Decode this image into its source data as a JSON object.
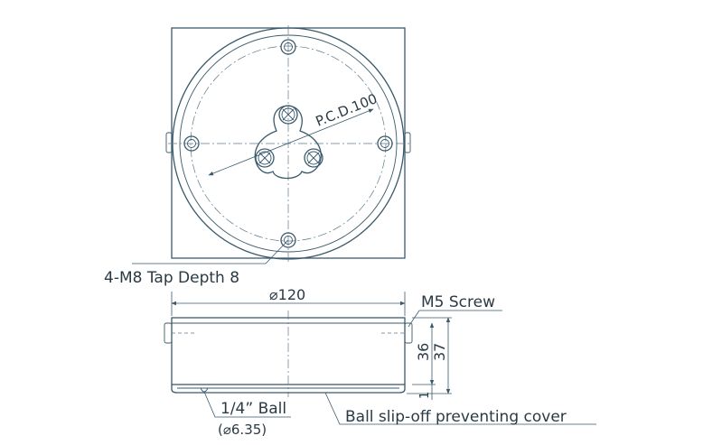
{
  "labels": {
    "pcd": "P.C.D.100",
    "tap": "4-M8 Tap Depth 8",
    "diameter": "⌀120",
    "screw": "M5 Screw",
    "height_inner": "36",
    "height_outer": "37",
    "offset": "1",
    "ball": "1/4” Ball",
    "ball_size": "(⌀6.35)",
    "cover": "Ball slip-off preventing cover"
  },
  "colors": {
    "line": "#3a5a6c",
    "text": "#2a3a44"
  }
}
